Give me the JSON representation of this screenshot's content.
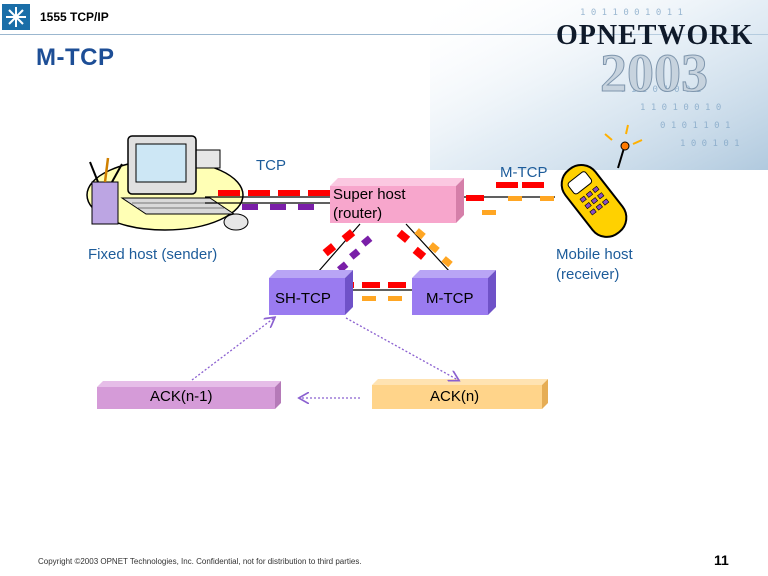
{
  "header": {
    "course": "1555 TCP/IP",
    "slide_title": "M-TCP",
    "brand": "OPNETWORK",
    "brand_year": "2003"
  },
  "diagram": {
    "tcp_label": "TCP",
    "mtcp_label": "M-TCP",
    "super_host_line1": "Super host",
    "super_host_line2": "(router)",
    "fixed_host_label": "Fixed host (sender)",
    "mobile_host_line1": "Mobile host",
    "mobile_host_line2": "(receiver)",
    "sh_tcp_box": "SH-TCP",
    "mtcp_box": "M-TCP",
    "ack_prev": "ACK(n-1)",
    "ack_n": "ACK(n)"
  },
  "colors": {
    "title": "#1d4e96",
    "label": "#1d5c9a",
    "super_host_box": "#f7a6cc",
    "tcp_boxes": "#9a7bf0",
    "ack_prev_box": "#d59bd8",
    "ack_n_box": "#ffd48a",
    "red_packet": "#ff0000",
    "orange_packet": "#ffa623",
    "purple_packet": "#7a1fa8"
  },
  "footer": {
    "copyright": "Copyright ©2003 OPNET Technologies, Inc. Confidential, not for distribution to third parties.",
    "page_number": "11"
  }
}
